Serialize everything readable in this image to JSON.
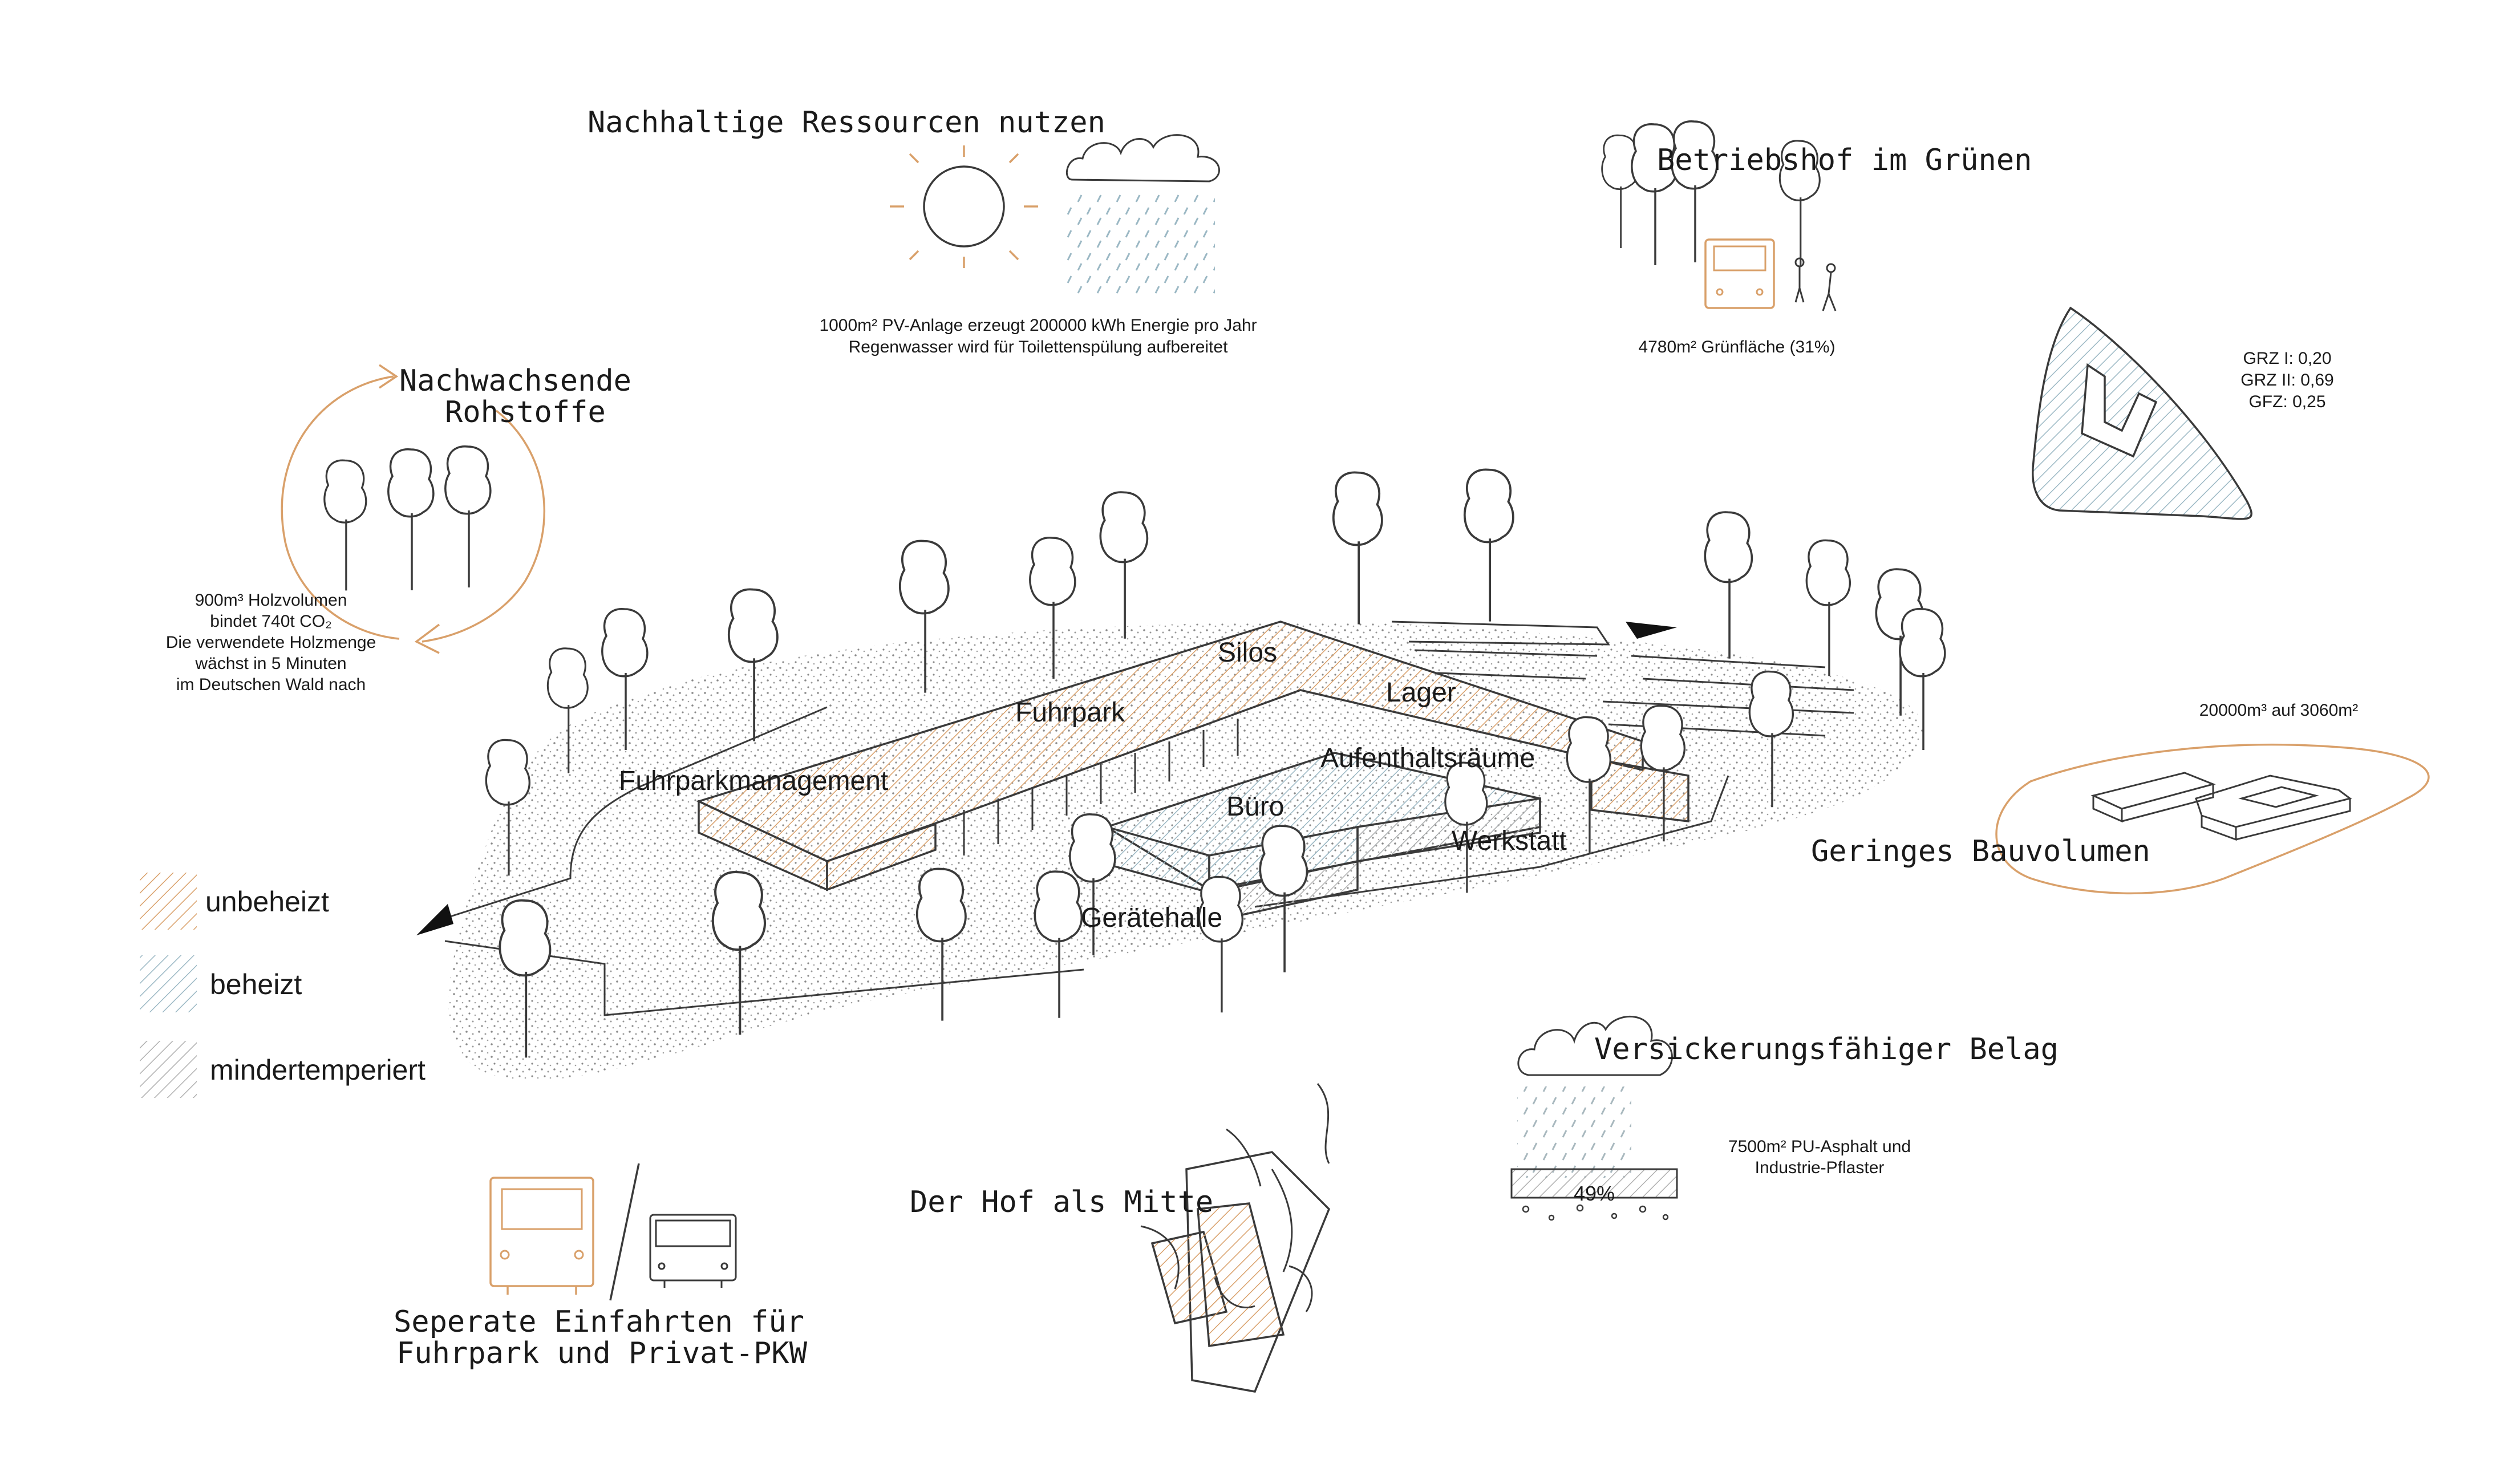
{
  "colors": {
    "orange": "#d9a06a",
    "blue": "#9bb8c4",
    "gray": "#a8a8a8",
    "ink": "#3a3a3a"
  },
  "headings": {
    "resources": "Nachhaltige Ressourcen nutzen",
    "green": "Betriebshof im Grünen",
    "renewable_l1": "Nachwachsende",
    "renewable_l2": "Rohstoffe",
    "volume": "Geringes Bauvolumen",
    "paving": "Versickerungsfähiger Belag",
    "court": "Der Hof als Mitte",
    "entries_l1": "Seperate Einfahrten für",
    "entries_l2": "Fuhrpark und Privat-PKW"
  },
  "notes": {
    "pv": "1000m² PV-Anlage erzeugt 200000 kWh Energie pro Jahr",
    "rain": "Regenwasser wird für Toilettenspülung aufbereitet",
    "green_area": "4780m² Grünfläche (31%)",
    "wood_1": "900m³ Holzvolumen",
    "wood_2": "bindet 740t CO₂",
    "wood_3": "Die verwendete Holzmenge",
    "wood_4": "wächst in 5 Minuten",
    "wood_5": "im Deutschen Wald nach",
    "grz1": "GRZ I: 0,20",
    "grz2": "GRZ II: 0,69",
    "gfz": "GFZ: 0,25",
    "volume_value": "20000m³ auf 3060m²",
    "paving_1": "7500m² PU-Asphalt und",
    "paving_2": "Industrie-Pflaster",
    "percent": "49%"
  },
  "rooms": {
    "silos": "Silos",
    "lager": "Lager",
    "fuhrpark": "Fuhrpark",
    "fuhrparkmanagement": "Fuhrparkmanagement",
    "aufenthalt": "Aufenthaltsräume",
    "buero": "Büro",
    "werkstatt": "Werkstatt",
    "geraetehalle": "Gerätehalle"
  },
  "legend": [
    {
      "label": "unbeheizt",
      "color": "#d9a06a"
    },
    {
      "label": "beheizt",
      "color": "#9bb8c4"
    },
    {
      "label": "mindertemperiert",
      "color": "#a8a8a8"
    }
  ]
}
